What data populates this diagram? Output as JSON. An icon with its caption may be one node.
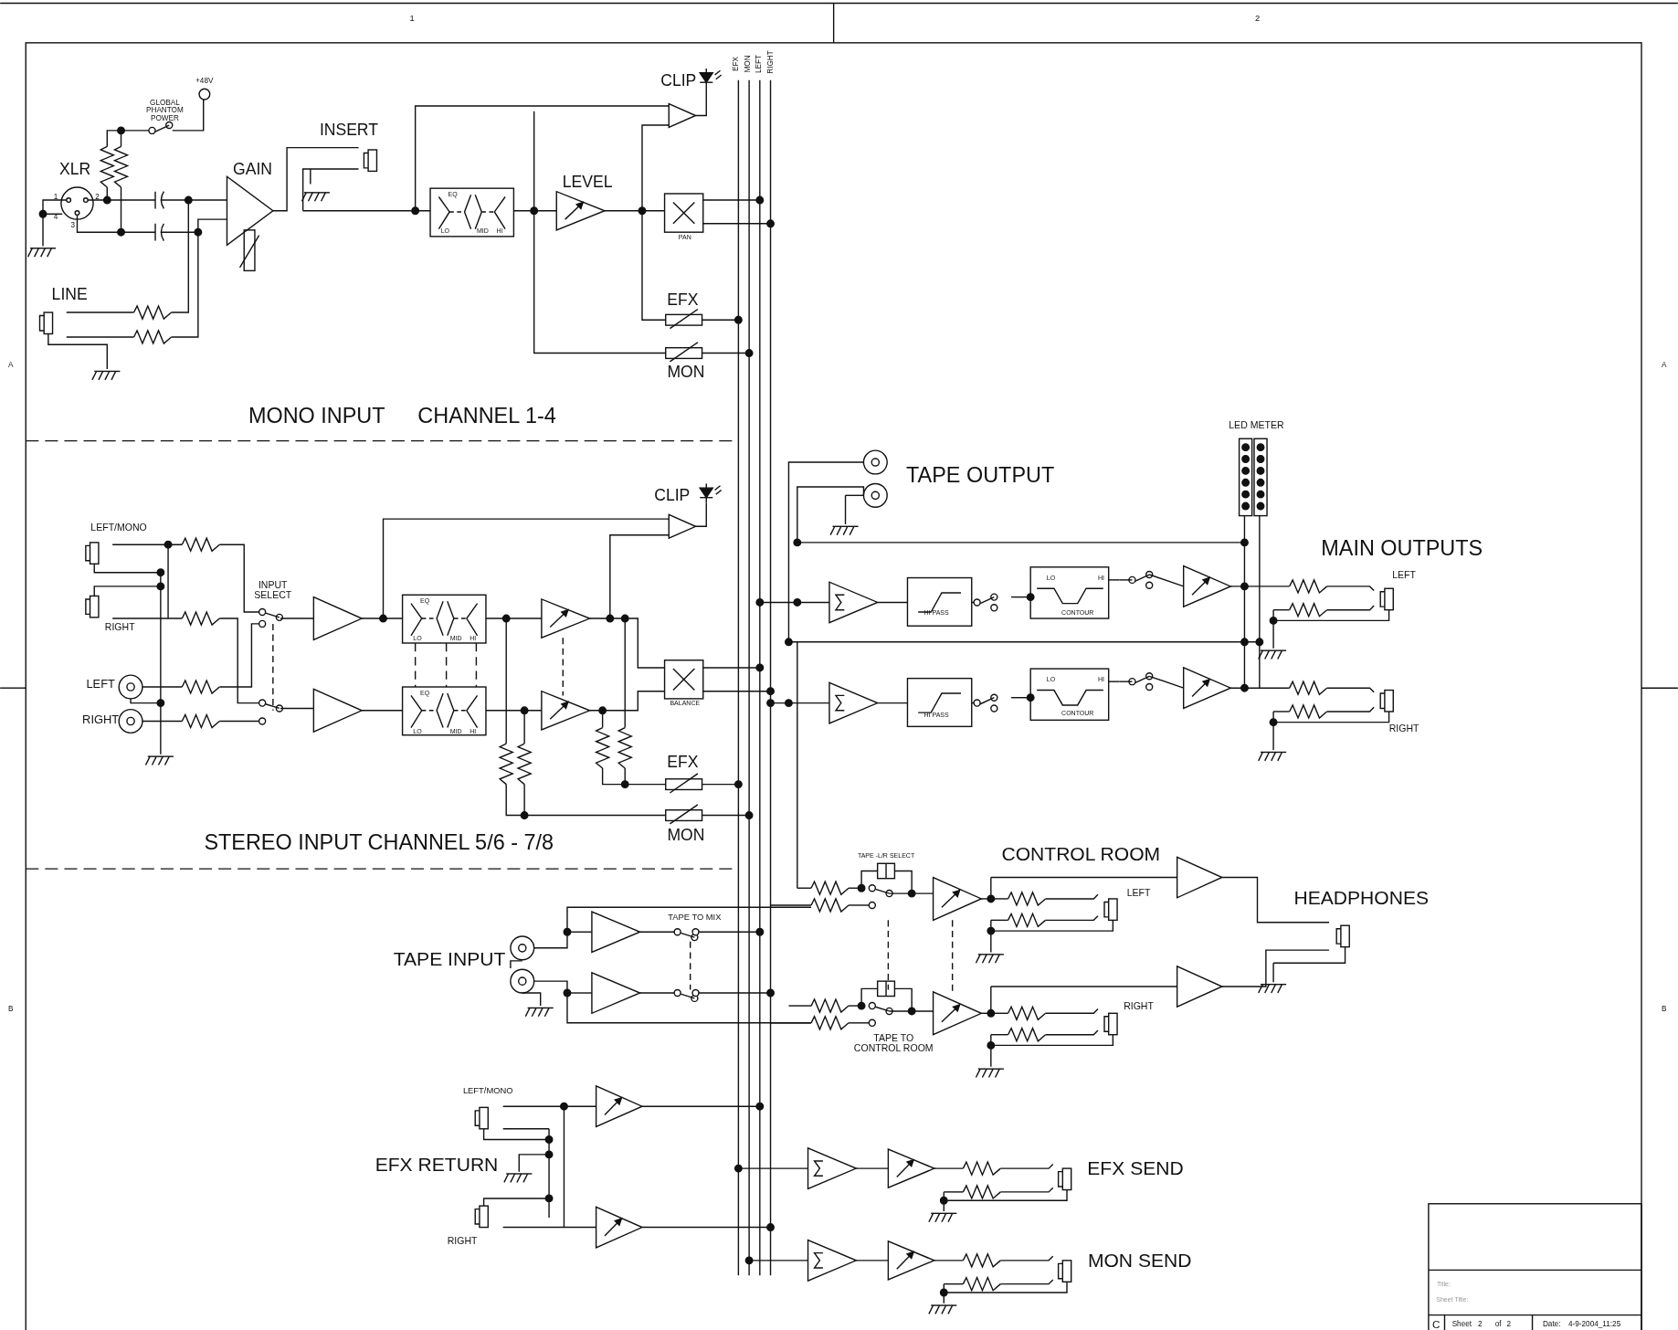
{
  "diagram": {
    "labels": [
      "1",
      "2",
      "A",
      "A",
      "B",
      "B",
      "+48V",
      "GLOBAL PHANTOM POWER",
      "XLR",
      "1",
      "2",
      "4",
      "3",
      "INSERT",
      "GAIN",
      "LINE",
      "CLIP",
      "EFX",
      "MON",
      "LEFT",
      "RIGHT",
      "EQ",
      "LO",
      "MID",
      "HI",
      "LEVEL",
      "PAN",
      "EFX",
      "MON",
      "MONO INPUT",
      "CHANNEL 1-4",
      "CLIP",
      "LEFT/MONO",
      "RIGHT",
      "INPUT SELECT",
      "EQ",
      "LO",
      "MID",
      "HI",
      "LEFT",
      "RIGHT",
      "EQ",
      "LO",
      "MID",
      "HI",
      "BALANCE",
      "EFX",
      "MON",
      "STEREO INPUT CHANNEL 5/6 - 7/8",
      "TAPE OUTPUT",
      "LED METER",
      "MAIN OUTPUTS",
      "LEFT",
      "HI PASS",
      "LO",
      "HI",
      "CONTOUR",
      "HI PASS",
      "LO",
      "HI",
      "CONTOUR",
      "RIGHT",
      "TAPE -L/R SELECT",
      "CONTROL ROOM",
      "LEFT",
      "HEADPHONES",
      "TAPE TO MIX",
      "TAPE INPUT",
      "RIGHT",
      "TAPE TO CONTROL ROOM",
      "LEFT/MONO",
      "EFX RETURN",
      "RIGHT",
      "EFX SEND",
      "MON SEND",
      "Title:",
      "Sheet Title:",
      "C",
      "Sheet",
      "2",
      "of",
      "2",
      "Date:",
      "4-9-2004_11:25"
    ]
  }
}
